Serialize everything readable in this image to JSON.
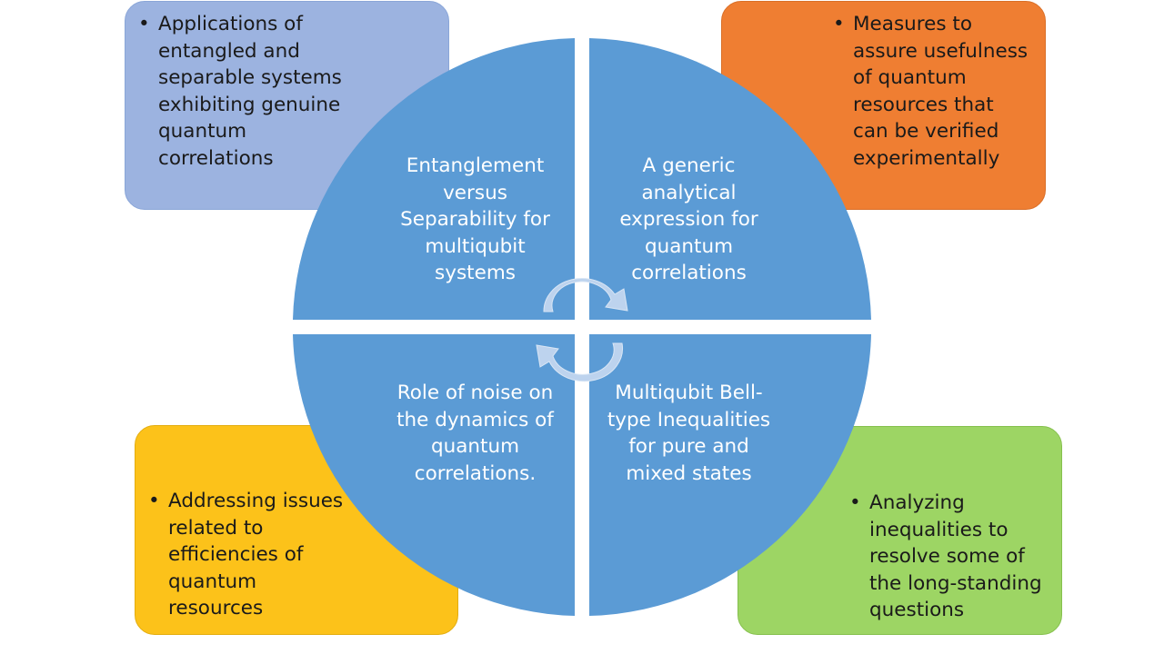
{
  "boxes": {
    "top_left": "Applications of entangled and separable systems exhibiting genuine quantum correlations",
    "top_right": "Measures to assure usefulness of quantum resources that can be verified experimentally",
    "bottom_left": "Addressing issues related to efficiencies of quantum resources",
    "bottom_right": "Analyzing inequalities to resolve some of the long-standing questions"
  },
  "quadrants": {
    "top_left": "Entanglement versus Separability for multiqubit systems",
    "top_right": "A generic analytical expression for quantum correlations",
    "bottom_left": "Role of noise on the dynamics of quantum correlations.",
    "bottom_right": "Multiqubit Bell-type Inequalities for pure and mixed states"
  },
  "bullet_glyph": "•",
  "colors": {
    "circle": "#5b9bd5",
    "arrow": "#bdd3ee",
    "box_top_left": "#9cb3e0",
    "box_top_right": "#ef7e32",
    "box_bottom_left": "#fcc21a",
    "box_bottom_right": "#9dd564"
  }
}
